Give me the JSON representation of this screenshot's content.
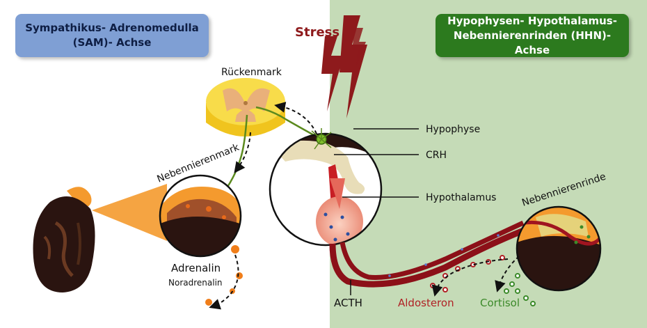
{
  "boxes": {
    "sam": {
      "line1": "Sympathikus- Adrenomedulla",
      "line2": "(SAM)- Achse"
    },
    "hhn": {
      "line1": "Hypophysen- Hypothalamus-",
      "line2": "Nebennierenrinden (HHN)- Achse"
    }
  },
  "labels": {
    "stress": "Stress",
    "rueckenmark": "Rückenmark",
    "nebennierenmark": "Nebennierenmark",
    "nebennierenrinde": "Nebennierenrinde",
    "hypophyse": "Hypophyse",
    "crh": "CRH",
    "hypothalamus": "Hypothalamus",
    "acth": "ACTH",
    "adrenalin": "Adrenalin",
    "noradrenalin": "Noradrenalin",
    "aldosteron": "Aldosteron",
    "cortisol": "Cortisol"
  },
  "colors": {
    "right_bg": "#c5dbb7",
    "sam_box": "#7f9fd4",
    "hhn_box": "#2c7a1e",
    "stress": "#8e1a1c",
    "vessel": "#8c1018",
    "aldosteron": "#b02125",
    "cortisol": "#3c8a2a",
    "adrenalin_orange": "#f07e1a"
  }
}
